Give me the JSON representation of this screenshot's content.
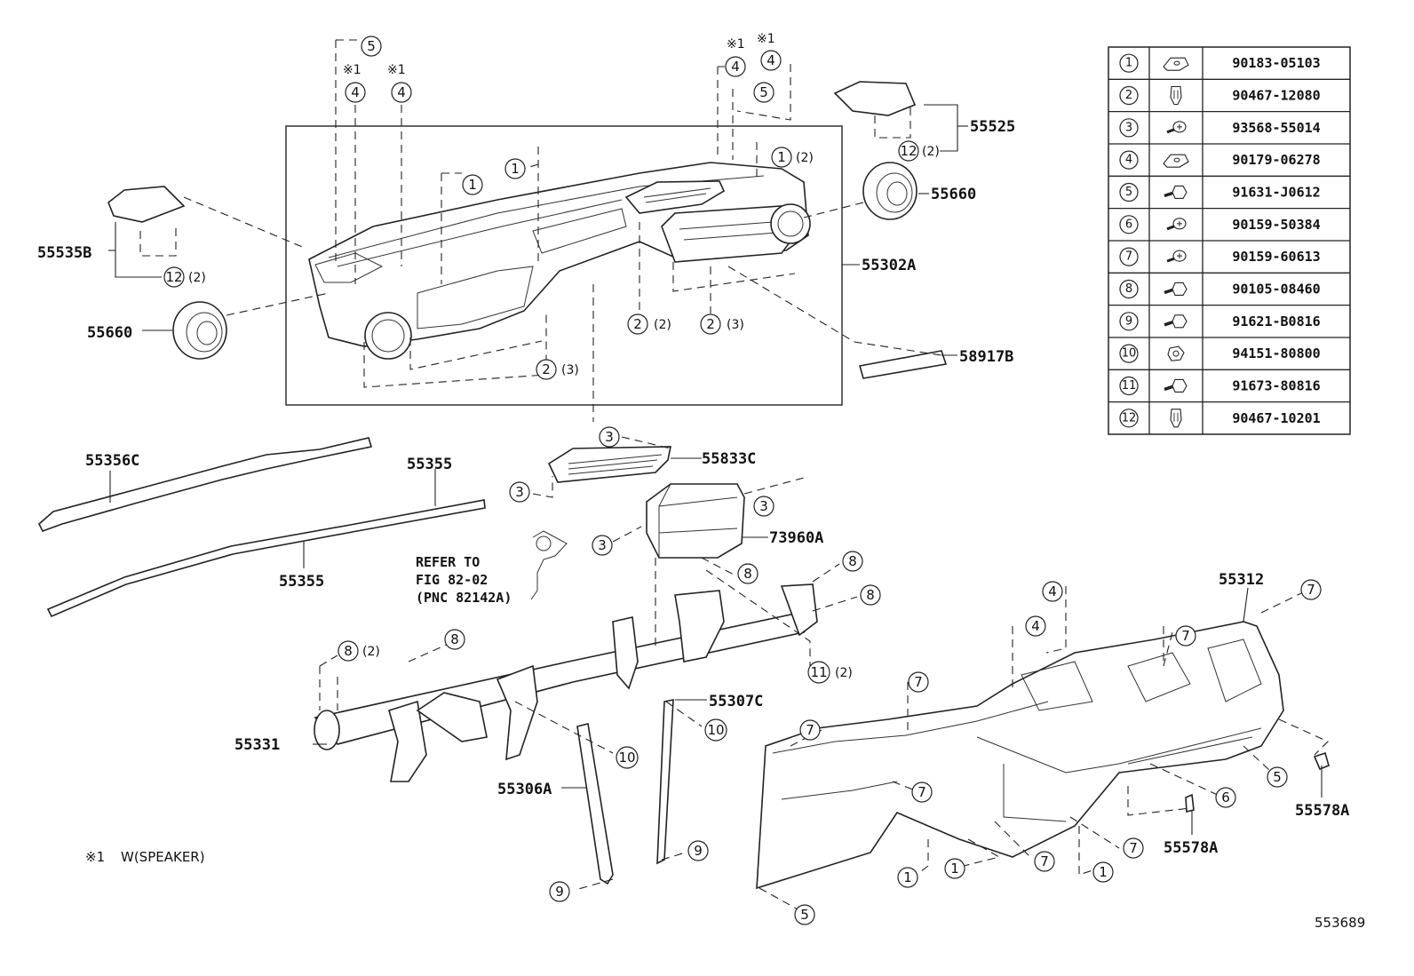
{
  "diagram_id": "553689",
  "footnote": {
    "mark": "※1",
    "text": "W(SPEAKER)"
  },
  "reference_note": [
    "REFER TO",
    "FIG 82-02",
    "(PNC 82142A)"
  ],
  "part_labels": {
    "p55535B": "55535B",
    "p55660_left": "55660",
    "p55302A": "55302A",
    "p55525": "55525",
    "p55660_right": "55660",
    "p58917B": "58917B",
    "p55356C": "55356C",
    "p55355_top": "55355",
    "p55355_bottom": "55355",
    "p55833C": "55833C",
    "p73960A": "73960A",
    "p55331": "55331",
    "p55306A": "55306A",
    "p55307C": "55307C",
    "p55312": "55312",
    "p55578A_right": "55578A",
    "p55578A_mid": "55578A"
  },
  "fastener_table": [
    {
      "num": "1",
      "part_no": "90183-05103",
      "icon": "clip-nut-icon"
    },
    {
      "num": "2",
      "part_no": "90467-12080",
      "icon": "clip-icon"
    },
    {
      "num": "3",
      "part_no": "93568-55014",
      "icon": "screw-icon"
    },
    {
      "num": "4",
      "part_no": "90179-06278",
      "icon": "clip-nut-icon"
    },
    {
      "num": "5",
      "part_no": "91631-J0612",
      "icon": "bolt-icon"
    },
    {
      "num": "6",
      "part_no": "90159-50384",
      "icon": "screw-icon"
    },
    {
      "num": "7",
      "part_no": "90159-60613",
      "icon": "screw-icon"
    },
    {
      "num": "8",
      "part_no": "90105-08460",
      "icon": "bolt-icon"
    },
    {
      "num": "9",
      "part_no": "91621-B0816",
      "icon": "bolt-icon"
    },
    {
      "num": "10",
      "part_no": "94151-80800",
      "icon": "nut-icon"
    },
    {
      "num": "11",
      "part_no": "91673-80816",
      "icon": "bolt-icon"
    },
    {
      "num": "12",
      "part_no": "90467-10201",
      "icon": "clip-icon"
    }
  ],
  "qty_labels": {
    "two": "(2)",
    "three": "(3)"
  },
  "callouts": [
    {
      "id": "c5-top",
      "num": "5"
    },
    {
      "id": "c4-a",
      "num": "4"
    },
    {
      "id": "c4-b",
      "num": "4"
    },
    {
      "id": "c4-c",
      "num": "4"
    },
    {
      "id": "c4-d",
      "num": "4"
    },
    {
      "id": "c5-b",
      "num": "5"
    },
    {
      "id": "c1-a",
      "num": "1"
    },
    {
      "id": "c1-b",
      "num": "1"
    },
    {
      "id": "c1-c",
      "num": "1"
    },
    {
      "id": "c12-a",
      "num": "12"
    },
    {
      "id": "c12-b",
      "num": "12"
    },
    {
      "id": "c2-a",
      "num": "2"
    },
    {
      "id": "c2-b",
      "num": "2"
    },
    {
      "id": "c2-c",
      "num": "2"
    },
    {
      "id": "c3-a",
      "num": "3"
    },
    {
      "id": "c3-b",
      "num": "3"
    },
    {
      "id": "c3-c",
      "num": "3"
    },
    {
      "id": "c3-d",
      "num": "3"
    },
    {
      "id": "c8-a",
      "num": "8"
    },
    {
      "id": "c8-b",
      "num": "8"
    },
    {
      "id": "c8-c",
      "num": "8"
    },
    {
      "id": "c8-d",
      "num": "8"
    },
    {
      "id": "c8-e",
      "num": "8"
    },
    {
      "id": "c11",
      "num": "11"
    },
    {
      "id": "c10-a",
      "num": "10"
    },
    {
      "id": "c10-b",
      "num": "10"
    },
    {
      "id": "c9-a",
      "num": "9"
    },
    {
      "id": "c9-b",
      "num": "9"
    },
    {
      "id": "c4-e",
      "num": "4"
    },
    {
      "id": "c4-f",
      "num": "4"
    },
    {
      "id": "c7-a",
      "num": "7"
    },
    {
      "id": "c7-b",
      "num": "7"
    },
    {
      "id": "c7-c",
      "num": "7"
    },
    {
      "id": "c7-d",
      "num": "7"
    },
    {
      "id": "c7-e",
      "num": "7"
    },
    {
      "id": "c7-f",
      "num": "7"
    },
    {
      "id": "c7-g",
      "num": "7"
    },
    {
      "id": "c5-c",
      "num": "5"
    },
    {
      "id": "c5-d",
      "num": "5"
    },
    {
      "id": "c6",
      "num": "6"
    },
    {
      "id": "c1-d",
      "num": "1"
    },
    {
      "id": "c1-e",
      "num": "1"
    },
    {
      "id": "c1-f",
      "num": "1"
    }
  ]
}
